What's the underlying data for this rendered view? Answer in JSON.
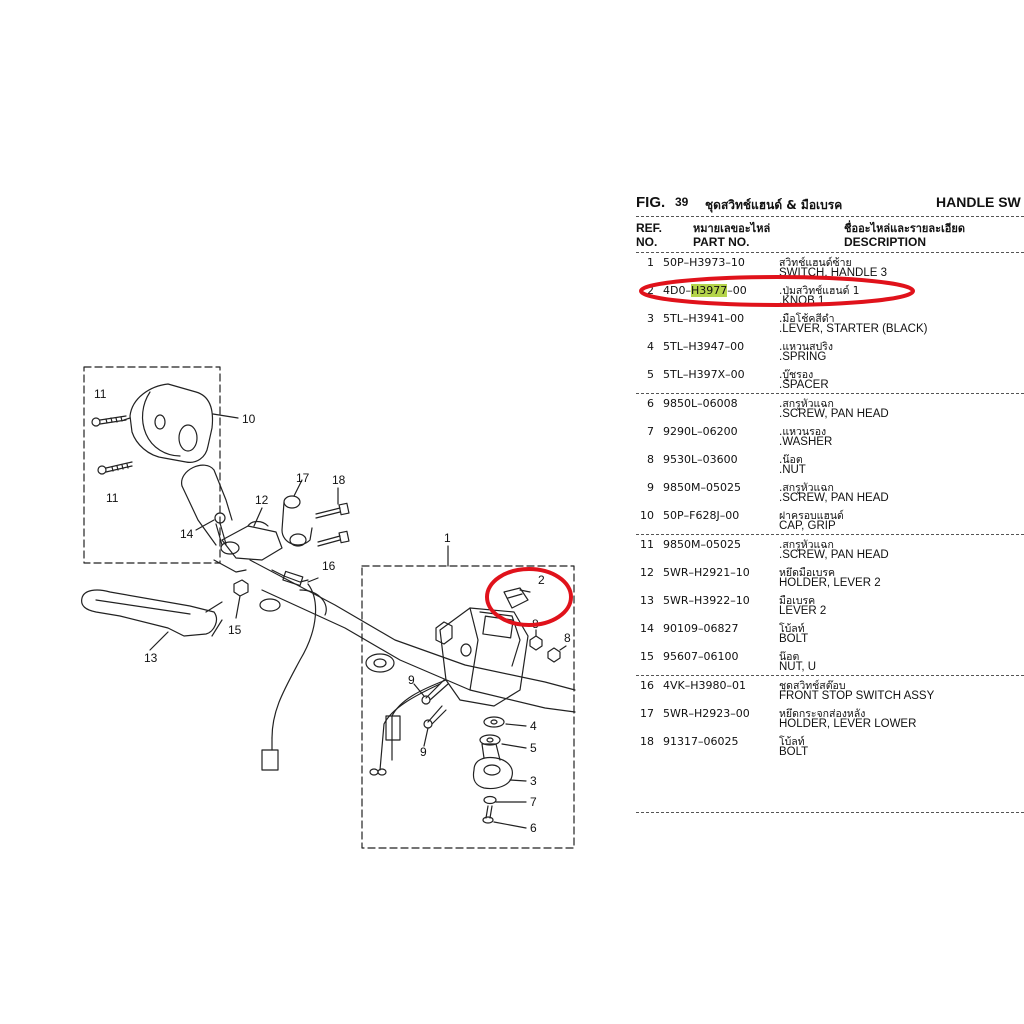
{
  "figure": {
    "label": "FIG.",
    "number": "39",
    "title_th": "ชุดสวิทช์แฮนด์ & มือเบรค",
    "title_en": "HANDLE SW"
  },
  "table_header": {
    "ref_line1": "REF.",
    "ref_line2": "NO.",
    "part_th": "หมายเลขอะไหล่",
    "part_en": "PART NO.",
    "desc_th": "ชื่ออะไหล่และรายละเอียด",
    "desc_en": "DESCRIPTION"
  },
  "parts": [
    {
      "ref": "1",
      "part_no": "50P–H3973–10",
      "desc_th": "สวิทช์แฮนด์ซ้าย",
      "desc_en": "SWITCH, HANDLE 3"
    },
    {
      "ref": "2",
      "part_no_pre": "4D0–",
      "part_no_hl": "H3977",
      "part_no_post": "–00",
      "desc_th": ".ปุ่มสวิทช์แฮนด์ 1",
      "desc_en": ".KNOB 1"
    },
    {
      "ref": "3",
      "part_no": "5TL–H3941–00",
      "desc_th": ".มือโช้คสีดำ",
      "desc_en": ".LEVER, STARTER (BLACK)"
    },
    {
      "ref": "4",
      "part_no": "5TL–H3947–00",
      "desc_th": ".แหวนสปริง",
      "desc_en": ".SPRING"
    },
    {
      "ref": "5",
      "part_no": "5TL–H397X–00",
      "desc_th": ".บู๊ชรอง",
      "desc_en": ".SPACER"
    },
    {
      "ref": "6",
      "part_no": "9850L–06008",
      "desc_th": ".สกรูหัวแฉก",
      "desc_en": ".SCREW, PAN HEAD"
    },
    {
      "ref": "7",
      "part_no": "9290L–06200",
      "desc_th": ".แหวนรอง",
      "desc_en": ".WASHER"
    },
    {
      "ref": "8",
      "part_no": "9530L–03600",
      "desc_th": ".น๊อต",
      "desc_en": ".NUT"
    },
    {
      "ref": "9",
      "part_no": "9850M–05025",
      "desc_th": ".สกรูหัวแฉก",
      "desc_en": ".SCREW, PAN HEAD"
    },
    {
      "ref": "10",
      "part_no": "50P–F628J–00",
      "desc_th": "ฝาครอบแฮนด์",
      "desc_en": "CAP, GRIP"
    },
    {
      "ref": "11",
      "part_no": "9850M–05025",
      "desc_th": ".สกรูหัวแฉก",
      "desc_en": ".SCREW, PAN HEAD"
    },
    {
      "ref": "12",
      "part_no": "5WR–H2921–10",
      "desc_th": "หยึดมือเบรค",
      "desc_en": "HOLDER, LEVER 2"
    },
    {
      "ref": "13",
      "part_no": "5WR–H3922–10",
      "desc_th": "มือเบรค",
      "desc_en": "LEVER 2"
    },
    {
      "ref": "14",
      "part_no": "90109–06827",
      "desc_th": "โบ้ลท์",
      "desc_en": "BOLT"
    },
    {
      "ref": "15",
      "part_no": "95607–06100",
      "desc_th": "น๊อต",
      "desc_en": "NUT, U"
    },
    {
      "ref": "16",
      "part_no": "4VK–H3980–01",
      "desc_th": "ชุดสวิทช์สต๊อบ",
      "desc_en": "FRONT STOP SWITCH ASSY"
    },
    {
      "ref": "17",
      "part_no": "5WR–H2923–00",
      "desc_th": "หยึดกระจกส่องหลัง",
      "desc_en": "HOLDER, LEVER LOWER"
    },
    {
      "ref": "18",
      "part_no": "91317–06025",
      "desc_th": "โบ้ลท์",
      "desc_en": "BOLT"
    }
  ],
  "callouts": [
    "1",
    "2",
    "3",
    "4",
    "5",
    "6",
    "7",
    "8",
    "8",
    "9",
    "9",
    "10",
    "11",
    "11",
    "12",
    "13",
    "14",
    "15",
    "16",
    "17",
    "18"
  ],
  "colors": {
    "highlight_oval": "#e0121b",
    "part_highlight": "#b4d44a",
    "line": "#222222"
  }
}
